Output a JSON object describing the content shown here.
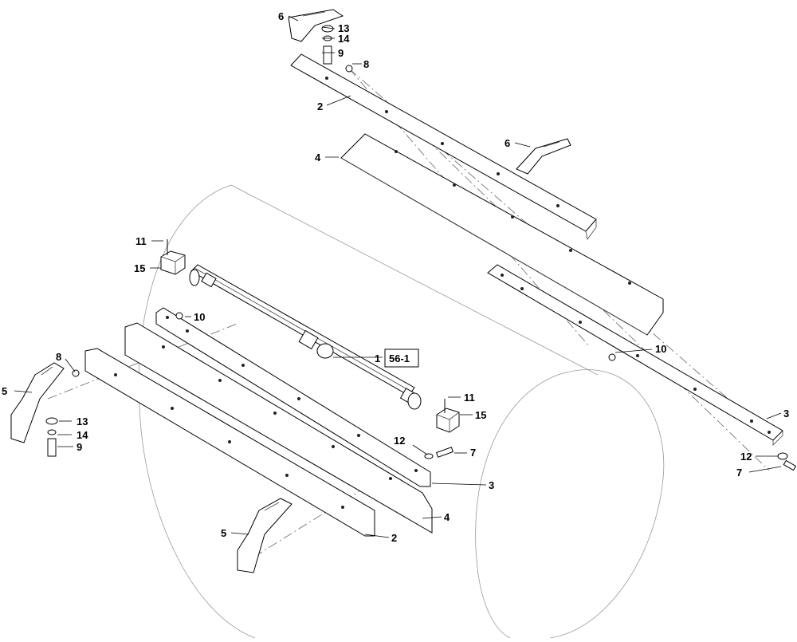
{
  "diagram": {
    "callouts": {
      "bracket_top_left": "6",
      "washer_13_top": "13",
      "washer_14_top": "14",
      "bolt_9_top": "9",
      "bolt_8_top": "8",
      "scraper_2_top": "2",
      "blade_4_top": "4",
      "bracket_6_right": "6",
      "clamp_bolt_11_left": "11",
      "clamp_block_15_left": "15",
      "nut_10_left": "10",
      "tube_1": "1",
      "reference": "56-1",
      "bolt_8_left": "8",
      "bracket_5_left": "5",
      "washer_13_left": "13",
      "washer_14_left": "14",
      "bolt_9_left": "9",
      "clamp_bolt_11_right": "11",
      "clamp_block_15_right": "15",
      "nut_10_right": "10",
      "strip_3_right": "3",
      "washer_12_center": "12",
      "bolt_7_center": "7",
      "strip_3_lower": "3",
      "blade_4_lower": "4",
      "bracket_5_lower": "5",
      "scraper_2_lower": "2",
      "washer_12_right": "12",
      "bolt_7_right": "7"
    }
  }
}
